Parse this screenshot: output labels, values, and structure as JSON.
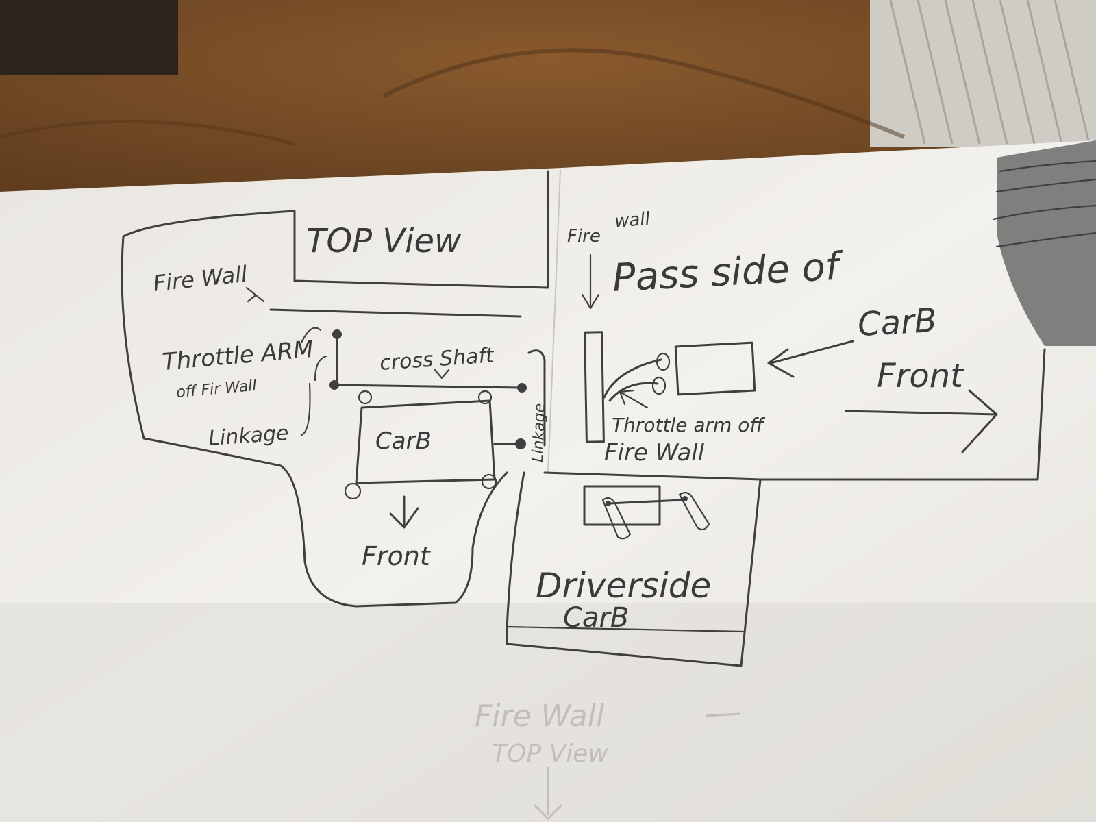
{
  "labels": {
    "top_view_title": "TOP View",
    "fire_wall_left": "Fire Wall",
    "throttle_arm": "Throttle ARM",
    "off_fire_wall": "off Fir Wall",
    "linkage_left": "Linkage",
    "cross_shaft": "cross Shaft",
    "carb_top": "CarB",
    "linkage_vertical": "Linkage",
    "front_top": "Front",
    "fire_wall_right_1": "Fire",
    "fire_wall_right_2": "wall",
    "pass_side_of": "Pass side of",
    "carb_side": "CarB",
    "front_side": "Front",
    "throttle_arm_off": "Throttle arm off",
    "fire_wall_bottom": "Fire Wall",
    "driver_side": "Driverside",
    "carb_driver": "CarB",
    "ghost_fire_wall": "Fire Wall",
    "ghost_top_view": "TOP View"
  },
  "colors": {
    "paper": "#f2f0ec",
    "pencil": "#3f3f3f",
    "fabric": "#7a4f27",
    "ghost_text": "#b7b3ad"
  }
}
